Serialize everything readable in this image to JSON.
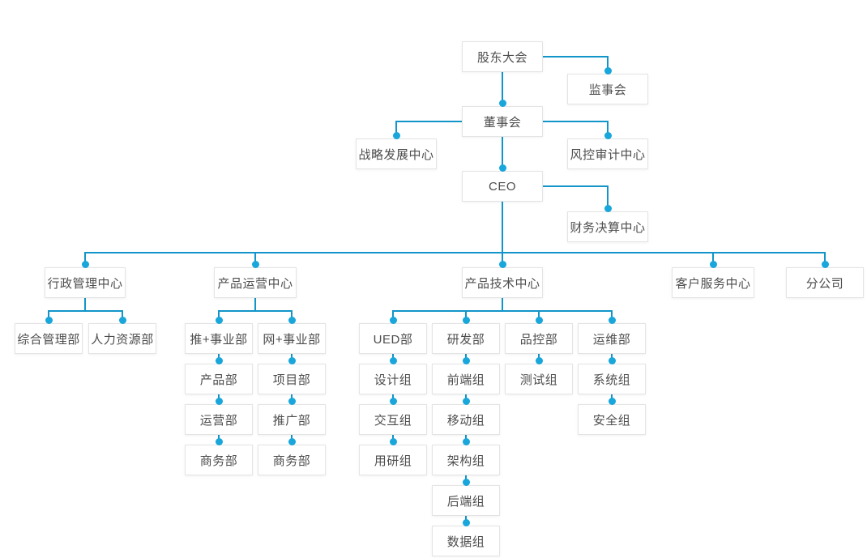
{
  "diagram": {
    "type": "org-chart",
    "colors": {
      "line": "#1295c9",
      "dot": "#18a6db",
      "box_border": "#e4e4e4",
      "box_background": "#ffffff",
      "text": "#4d4d4d",
      "background": "#ffffff"
    },
    "nodes": [
      {
        "id": "gudong",
        "label": "股东大会",
        "parent": null
      },
      {
        "id": "jianshi",
        "label": "监事会",
        "parent": "gudong"
      },
      {
        "id": "dongshi",
        "label": "董事会",
        "parent": "gudong"
      },
      {
        "id": "zhanlue",
        "label": "战略发展中心",
        "parent": "dongshi"
      },
      {
        "id": "fengkong",
        "label": "风控审计中心",
        "parent": "dongshi"
      },
      {
        "id": "ceo",
        "label": "CEO",
        "parent": "dongshi"
      },
      {
        "id": "caiwu",
        "label": "财务决算中心",
        "parent": "ceo"
      },
      {
        "id": "xingzheng",
        "label": "行政管理中心",
        "parent": "ceo"
      },
      {
        "id": "yunying",
        "label": "产品运营中心",
        "parent": "ceo"
      },
      {
        "id": "jishu",
        "label": "产品技术中心",
        "parent": "ceo"
      },
      {
        "id": "kefu",
        "label": "客户服务中心",
        "parent": "ceo"
      },
      {
        "id": "fengongsi",
        "label": "分公司",
        "parent": "ceo"
      },
      {
        "id": "zonghe",
        "label": "综合管理部",
        "parent": "xingzheng"
      },
      {
        "id": "renli",
        "label": "人力资源部",
        "parent": "xingzheng"
      },
      {
        "id": "tui",
        "label": "推+事业部",
        "parent": "yunying"
      },
      {
        "id": "wang",
        "label": "网+事业部",
        "parent": "yunying"
      },
      {
        "id": "chanpinbu",
        "label": "产品部",
        "parent": "tui"
      },
      {
        "id": "yunyingbu",
        "label": "运营部",
        "parent": "chanpinbu"
      },
      {
        "id": "shangwubu1",
        "label": "商务部",
        "parent": "yunyingbu"
      },
      {
        "id": "xiangmubu",
        "label": "项目部",
        "parent": "wang"
      },
      {
        "id": "tuiguangbu",
        "label": "推广部",
        "parent": "xiangmubu"
      },
      {
        "id": "shangwubu2",
        "label": "商务部",
        "parent": "tuiguangbu"
      },
      {
        "id": "ued",
        "label": "UED部",
        "parent": "jishu"
      },
      {
        "id": "yanfa",
        "label": "研发部",
        "parent": "jishu"
      },
      {
        "id": "pinkong",
        "label": "品控部",
        "parent": "jishu"
      },
      {
        "id": "yunwei",
        "label": "运维部",
        "parent": "jishu"
      },
      {
        "id": "sheji",
        "label": "设计组",
        "parent": "ued"
      },
      {
        "id": "jiaohu",
        "label": "交互组",
        "parent": "sheji"
      },
      {
        "id": "yongyan",
        "label": "用研组",
        "parent": "jiaohu"
      },
      {
        "id": "qianduan",
        "label": "前端组",
        "parent": "yanfa"
      },
      {
        "id": "yidong",
        "label": "移动组",
        "parent": "qianduan"
      },
      {
        "id": "jiagou",
        "label": "架构组",
        "parent": "yidong"
      },
      {
        "id": "houduan",
        "label": "后端组",
        "parent": "jiagou"
      },
      {
        "id": "shuju",
        "label": "数据组",
        "parent": "houduan"
      },
      {
        "id": "ceshi",
        "label": "测试组",
        "parent": "pinkong"
      },
      {
        "id": "xitong",
        "label": "系统组",
        "parent": "yunwei"
      },
      {
        "id": "anquan",
        "label": "安全组",
        "parent": "xitong"
      }
    ]
  }
}
